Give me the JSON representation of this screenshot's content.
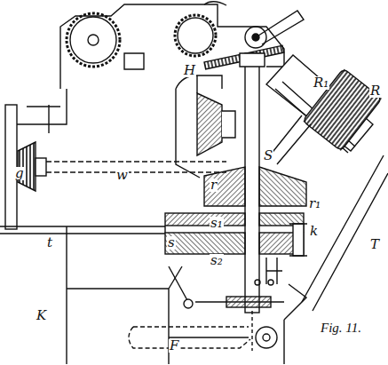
{
  "diagram": {
    "caption": "Fig. 11.",
    "labels": [
      "R₁",
      "H",
      "R",
      "g",
      "w",
      "S",
      "r",
      "r₁",
      "s₁",
      "s",
      "k",
      "s₂",
      "t",
      "K",
      "T",
      "F"
    ]
  }
}
